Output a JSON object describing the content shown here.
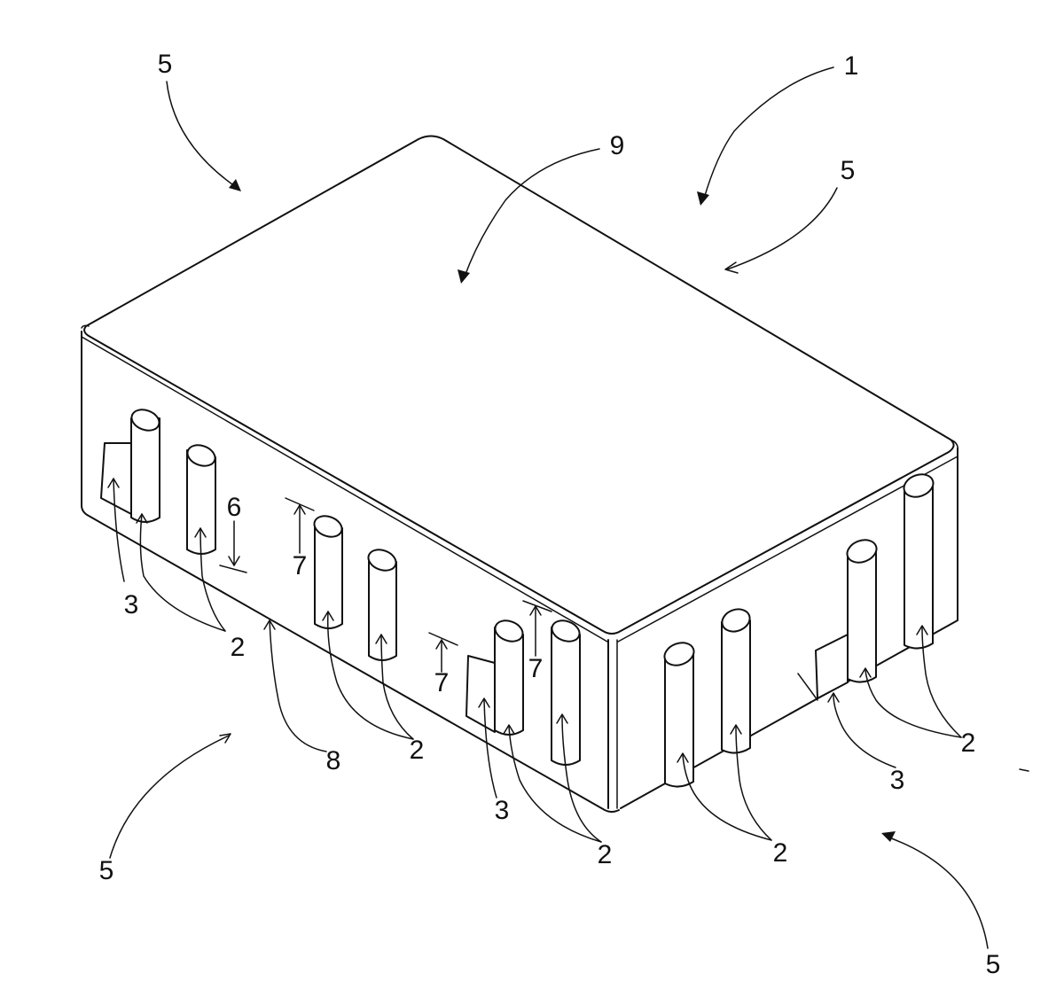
{
  "figure": {
    "references": {
      "device": "1",
      "projection": "2",
      "tab": "3",
      "side": "5",
      "dimension_a": "6",
      "dimension_b": "7",
      "bottom_edge": "8",
      "top_face": "9"
    }
  }
}
